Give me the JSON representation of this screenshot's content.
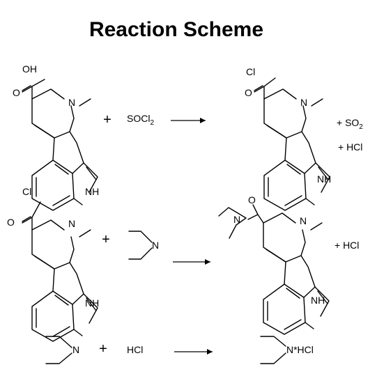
{
  "title": "Reaction Scheme",
  "atoms": {
    "oh": "OH",
    "o": "O",
    "cl": "Cl",
    "n": "N",
    "nh": "NH",
    "h": "H"
  },
  "reactions": [
    {
      "reagent": "SOCl",
      "reagent_sub": "2",
      "byproducts": [
        {
          "prefix": "+ SO",
          "sub": "2"
        },
        {
          "prefix": "+ HCl",
          "sub": ""
        }
      ]
    },
    {
      "byproduct": "+ HCl"
    },
    {
      "reagent": "HCl",
      "product_label": "N*HCl"
    }
  ],
  "plus": "+"
}
